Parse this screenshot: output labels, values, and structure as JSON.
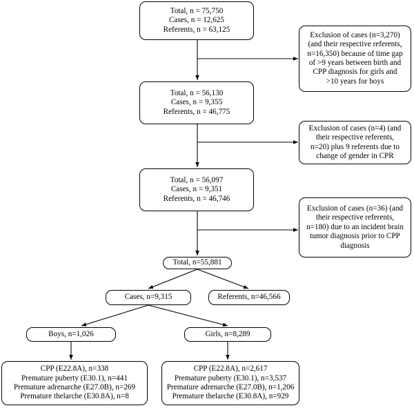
{
  "nodes": {
    "total_initial": [
      "Total, n = 75,750",
      "Cases, n = 12,625",
      "Referents, n = 63,125"
    ],
    "excl_1": [
      "Exclusion of cases (n=3,270)",
      "(and their respective referents,",
      "n=16,350)  because of time gap",
      "of >9 years between birth and",
      "CPP diagnosis for girls and",
      ">10 years for boys"
    ],
    "total_2": [
      "Total, n = 56,130",
      "Cases, n = 9,355",
      "Referents, n = 46,775"
    ],
    "excl_2": [
      "Exclusion of cases (n=4) (and",
      "their respective referents,",
      "n=20) plus 9 referents due to",
      "change of gender in CPR"
    ],
    "total_3": [
      "Total, n = 56,097",
      "Cases, n = 9,351",
      "Referents, n = 46,746"
    ],
    "excl_3": [
      "Exclusion of cases (n=36) (and",
      "their respective referents,",
      "n=180) due to an incident brain",
      "tumor diagnosis prior to CPP",
      "diagnosis"
    ],
    "total_final": [
      "Total, n=55,881"
    ],
    "cases": [
      "Cases, n=9,315"
    ],
    "referents": [
      "Referents, n=46,566"
    ],
    "boys": [
      "Boys, n=1,026"
    ],
    "girls": [
      "Girls, n=8,289"
    ],
    "boys_detail": [
      "CPP (E22.8A), n=338",
      "Premature puberty (E30.1), n=441",
      "Premature adrenarche (E27.0B), n=269",
      "Premature thelarche (E30.8A), n=8"
    ],
    "girls_detail": [
      "CPP (E22.8A), n=2,617",
      "Premature puberty (E30.1), n=3,537",
      "Premature adrenarche (E27.0B), n=1,206",
      "Premature thelarche (E30.8A), n=929"
    ]
  }
}
